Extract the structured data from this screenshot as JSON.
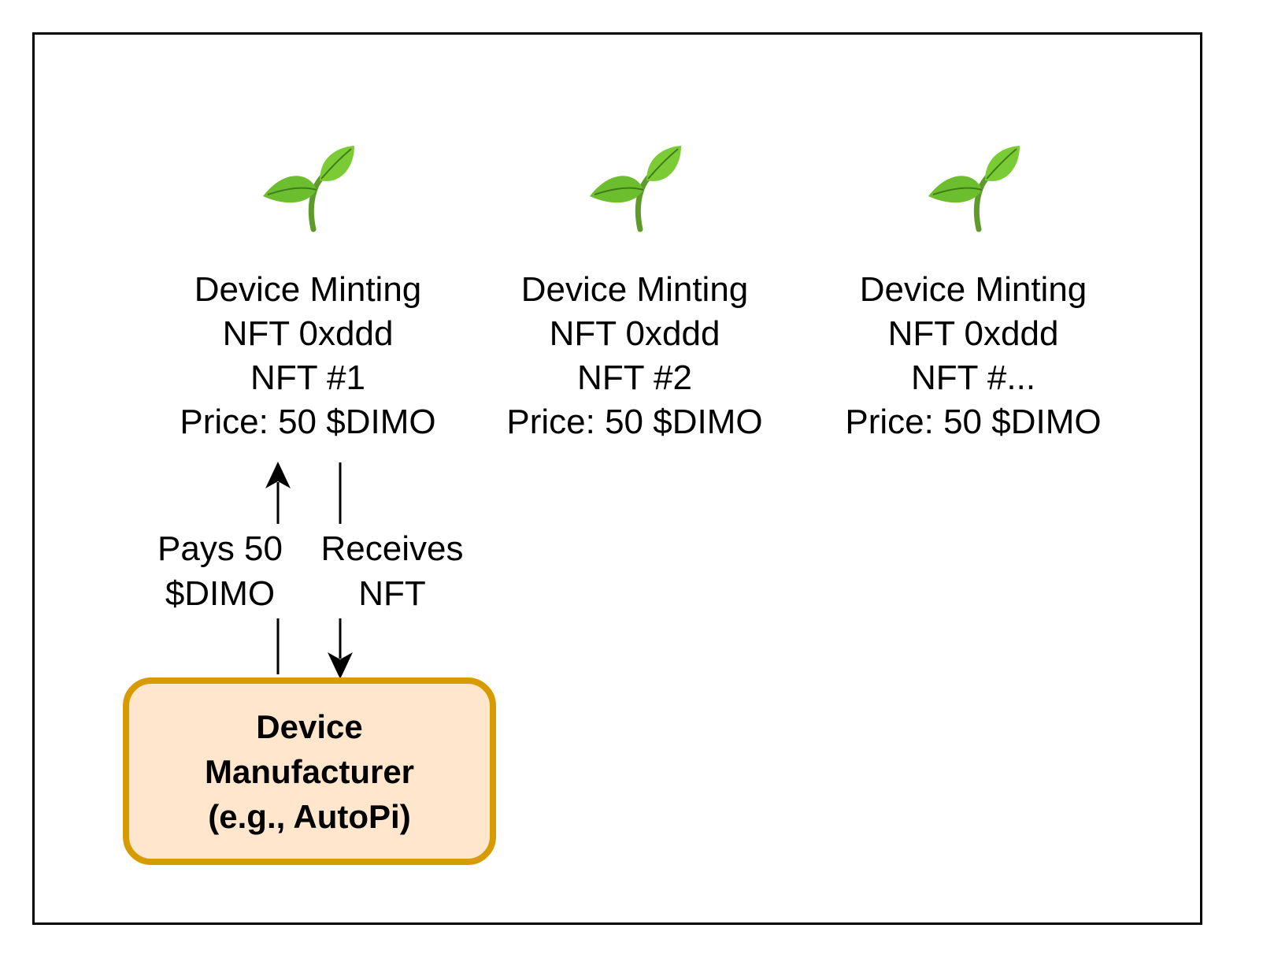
{
  "diagram": {
    "nfts": [
      {
        "lines": [
          "Device Minting",
          "NFT 0xddd",
          "NFT #1",
          "Price: 50 $DIMO"
        ]
      },
      {
        "lines": [
          "Device Minting",
          "NFT 0xddd",
          "NFT #2",
          "Price: 50 $DIMO"
        ]
      },
      {
        "lines": [
          "Device Minting",
          "NFT 0xddd",
          "NFT #...",
          "Price: 50 $DIMO"
        ]
      }
    ],
    "pays_label": [
      "Pays 50",
      "$DIMO"
    ],
    "receives_label": [
      "Receives",
      "NFT"
    ],
    "manufacturer": {
      "lines": [
        "Device",
        "Manufacturer",
        "(e.g., AutoPi)"
      ],
      "fill_color": "#FFE6CC",
      "border_color": "#D79B00"
    },
    "icon": "seedling-icon"
  }
}
